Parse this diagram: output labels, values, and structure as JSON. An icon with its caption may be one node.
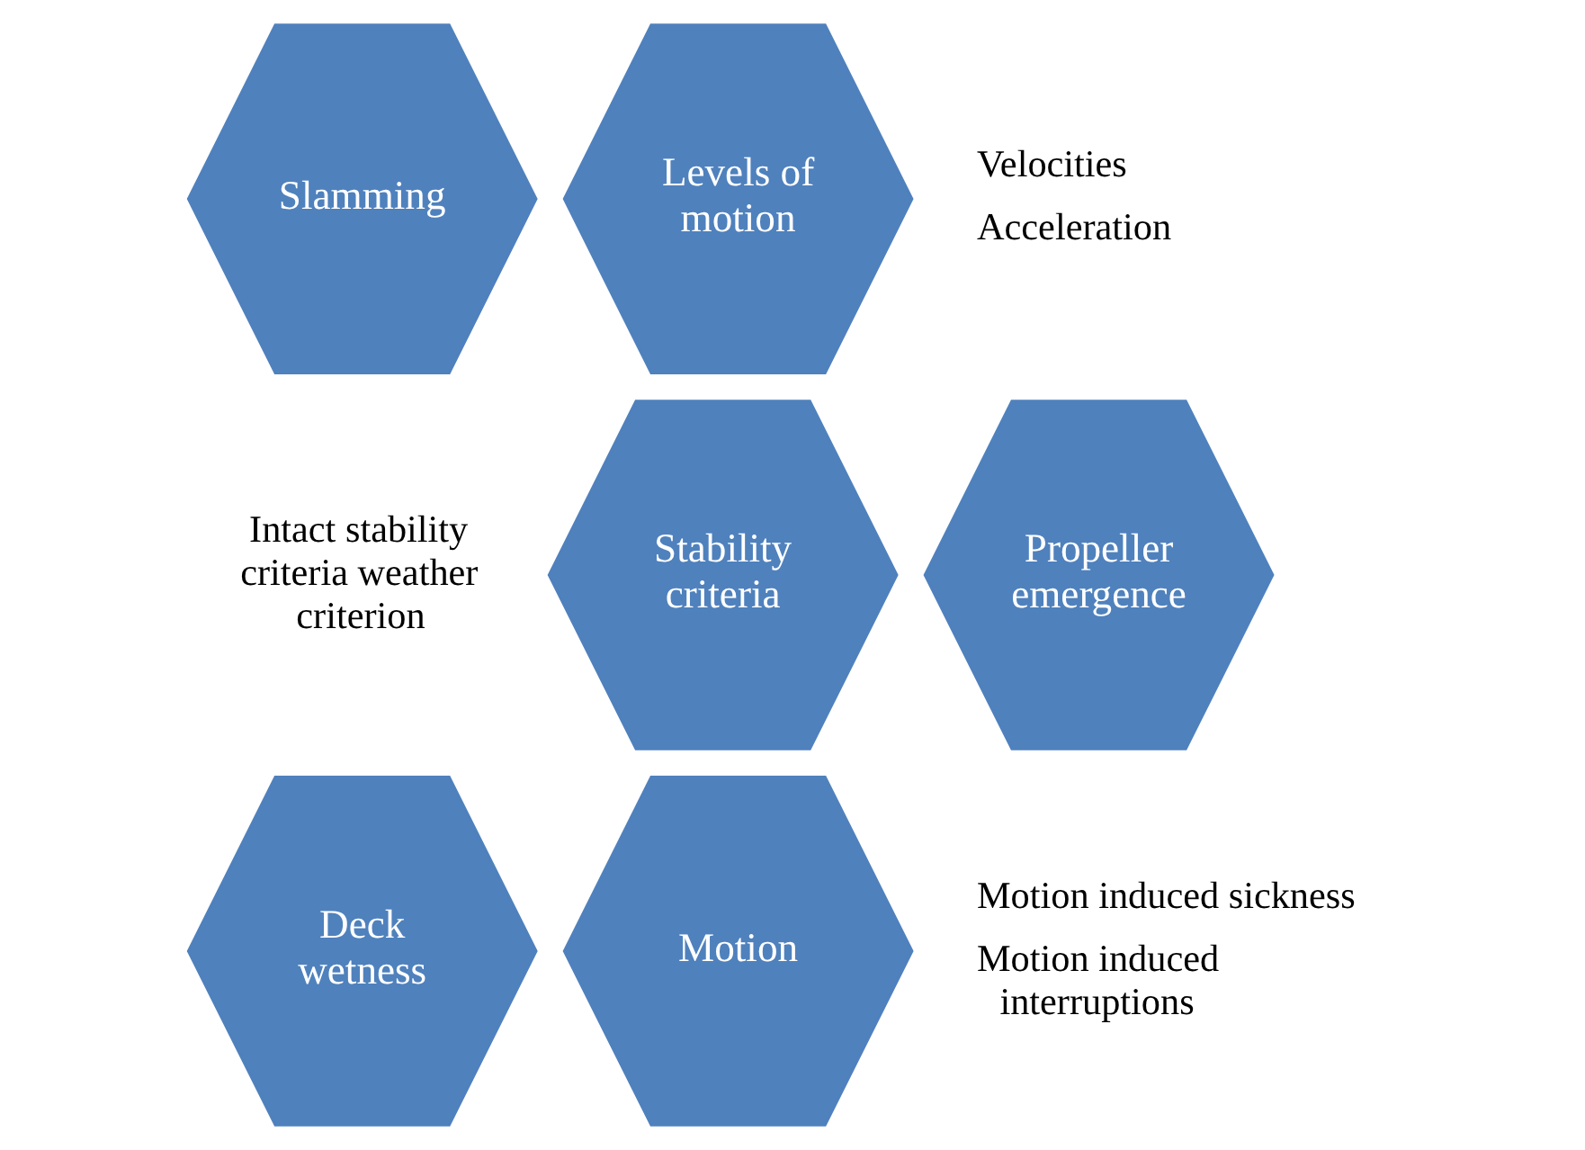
{
  "diagram": {
    "nodes": [
      {
        "text": [
          "Slamming"
        ]
      },
      {
        "text": [
          "Levels of motion"
        ],
        "beside": [
          "Velocities",
          "Acceleration"
        ]
      },
      {
        "text": [
          "Stability criteria"
        ],
        "beside": [
          "Intact stability criteria weather criterion"
        ]
      },
      {
        "text": [
          "Propeller emergence"
        ]
      },
      {
        "text": [
          "Deck wetness"
        ]
      },
      {
        "text": [
          "Motion"
        ],
        "beside": [
          "Motion induced sickness",
          "Motion induced interruptions"
        ]
      }
    ],
    "edges": []
  }
}
